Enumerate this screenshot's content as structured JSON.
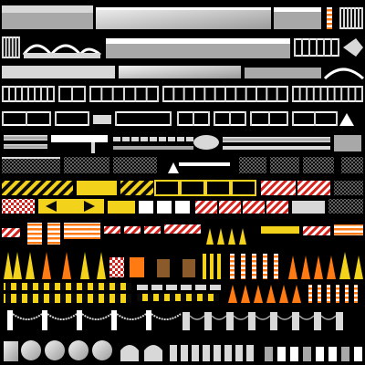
{
  "atlas": {
    "background": "#000000",
    "colors": {
      "white": "#ffffff",
      "light_gray": "#d8d8d8",
      "mid_gray": "#a8a8a8",
      "dark_gray": "#5c5c5c",
      "yellow": "#f2d21a",
      "orange": "#ff7a12",
      "red": "#d4231c",
      "brown": "#8a5a2a",
      "black": "#0a0a0a"
    },
    "rows": [
      {
        "name": "concrete-walls-top",
        "items": [
          "concrete-wall",
          "metal-railing-panel",
          "stone-wall-with-rail",
          "parapet-wall",
          "striped-post",
          "wall-sign"
        ]
      },
      {
        "name": "fences-and-walls",
        "items": [
          "picket-fence",
          "iron-gate-fence",
          "concrete-barrier-wall",
          "steel-rail-fence"
        ]
      },
      {
        "name": "long-walls",
        "items": [
          "long-concrete-wall",
          "stone-wall",
          "arched-fence"
        ]
      },
      {
        "name": "white-railings",
        "items": [
          "white-rail",
          "guardrail",
          "balustrade",
          "picket-rail"
        ]
      },
      {
        "name": "guardrails",
        "items": [
          "w-beam-guardrail",
          "post-rail",
          "triple-rail",
          "guardrail-end"
        ]
      },
      {
        "name": "pipes-and-beams",
        "items": [
          "steel-pipe",
          "beam-rail",
          "guard-posts-row",
          "pipe-end-cap",
          "sign-post"
        ]
      },
      {
        "name": "mesh-fences",
        "items": [
          "wire-mesh-fence",
          "black-mesh-panel",
          "construction-fence"
        ]
      },
      {
        "name": "yellow-barricades",
        "items": [
          "yellow-black-chevron-barrier",
          "yellow-panel-barrier",
          "yellow-frame-barricades",
          "red-white-barricades",
          "lattice-fence"
        ]
      },
      {
        "name": "striped-boards",
        "items": [
          "checker-panel",
          "arrow-sign-board",
          "jersey-barrier-yellow",
          "small-white-blocks",
          "red-white-stripe-panel"
        ]
      },
      {
        "name": "sawhorse-barricades",
        "items": [
          "striped-sawhorse",
          "orange-board-stack",
          "red-white-sawhorse",
          "traffic-cone-small",
          "a-frame-barricade"
        ]
      },
      {
        "name": "cones-and-posts",
        "items": [
          "yellow-bollard",
          "orange-cone",
          "red-white-drum",
          "brown-barrel",
          "delineator-post",
          "traffic-cone"
        ]
      },
      {
        "name": "curb-blocks",
        "items": [
          "yellow-black-curb",
          "black-yellow-block",
          "speed-bump",
          "orange-post"
        ]
      },
      {
        "name": "chain-bollards",
        "items": [
          "chain-post-barrier",
          "white-bollard",
          "rope-stanchion"
        ]
      },
      {
        "name": "stone-bollards",
        "items": [
          "square-stone-bollard",
          "round-stone-ball",
          "dome-bollard",
          "short-post"
        ]
      }
    ]
  }
}
